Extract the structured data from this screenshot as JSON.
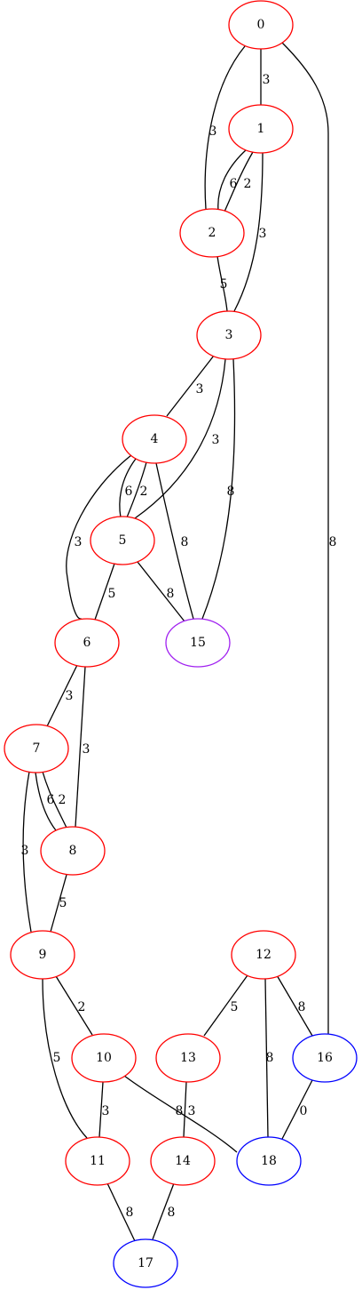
{
  "graph": {
    "nodes": [
      {
        "id": "0",
        "label": "0",
        "color": "#ff0000"
      },
      {
        "id": "1",
        "label": "1",
        "color": "#ff0000"
      },
      {
        "id": "2",
        "label": "2",
        "color": "#ff0000"
      },
      {
        "id": "3",
        "label": "3",
        "color": "#ff0000"
      },
      {
        "id": "4",
        "label": "4",
        "color": "#ff0000"
      },
      {
        "id": "5",
        "label": "5",
        "color": "#ff0000"
      },
      {
        "id": "6",
        "label": "6",
        "color": "#ff0000"
      },
      {
        "id": "7",
        "label": "7",
        "color": "#ff0000"
      },
      {
        "id": "8",
        "label": "8",
        "color": "#ff0000"
      },
      {
        "id": "9",
        "label": "9",
        "color": "#ff0000"
      },
      {
        "id": "10",
        "label": "10",
        "color": "#ff0000"
      },
      {
        "id": "11",
        "label": "11",
        "color": "#ff0000"
      },
      {
        "id": "12",
        "label": "12",
        "color": "#ff0000"
      },
      {
        "id": "13",
        "label": "13",
        "color": "#ff0000"
      },
      {
        "id": "14",
        "label": "14",
        "color": "#ff0000"
      },
      {
        "id": "15",
        "label": "15",
        "color": "#a020f0"
      },
      {
        "id": "16",
        "label": "16",
        "color": "#0000ff"
      },
      {
        "id": "17",
        "label": "17",
        "color": "#0000ff"
      },
      {
        "id": "18",
        "label": "18",
        "color": "#0000ff"
      }
    ],
    "edges": [
      {
        "id": "e0",
        "from": "0",
        "to": "1",
        "label": "3"
      },
      {
        "id": "e1",
        "from": "0",
        "to": "2",
        "label": "3"
      },
      {
        "id": "e2",
        "from": "0",
        "to": "16",
        "label": "8"
      },
      {
        "id": "e3",
        "from": "1",
        "to": "2",
        "label": "6"
      },
      {
        "id": "e4",
        "from": "1",
        "to": "2",
        "label": "2"
      },
      {
        "id": "e5",
        "from": "1",
        "to": "3",
        "label": "3"
      },
      {
        "id": "e6",
        "from": "2",
        "to": "3",
        "label": "5"
      },
      {
        "id": "e7",
        "from": "3",
        "to": "4",
        "label": "3"
      },
      {
        "id": "e8",
        "from": "3",
        "to": "5",
        "label": "3"
      },
      {
        "id": "e9",
        "from": "3",
        "to": "15",
        "label": "8"
      },
      {
        "id": "e10",
        "from": "4",
        "to": "5",
        "label": "6"
      },
      {
        "id": "e11",
        "from": "4",
        "to": "5",
        "label": "2"
      },
      {
        "id": "e12",
        "from": "4",
        "to": "6",
        "label": "3"
      },
      {
        "id": "e13",
        "from": "4",
        "to": "15",
        "label": "8"
      },
      {
        "id": "e14",
        "from": "5",
        "to": "6",
        "label": "5"
      },
      {
        "id": "e15",
        "from": "5",
        "to": "15",
        "label": "8"
      },
      {
        "id": "e16",
        "from": "6",
        "to": "7",
        "label": "3"
      },
      {
        "id": "e17",
        "from": "6",
        "to": "8",
        "label": "3"
      },
      {
        "id": "e18",
        "from": "7",
        "to": "8",
        "label": "6"
      },
      {
        "id": "e19",
        "from": "7",
        "to": "8",
        "label": "2"
      },
      {
        "id": "e20",
        "from": "7",
        "to": "9",
        "label": "3"
      },
      {
        "id": "e21",
        "from": "8",
        "to": "9",
        "label": "5"
      },
      {
        "id": "e22",
        "from": "9",
        "to": "10",
        "label": "2"
      },
      {
        "id": "e23",
        "from": "9",
        "to": "11",
        "label": "5"
      },
      {
        "id": "e24",
        "from": "10",
        "to": "11",
        "label": "3"
      },
      {
        "id": "e25",
        "from": "10",
        "to": "18",
        "label": "8"
      },
      {
        "id": "e26",
        "from": "11",
        "to": "17",
        "label": "8"
      },
      {
        "id": "e27",
        "from": "12",
        "to": "13",
        "label": "5"
      },
      {
        "id": "e28",
        "from": "12",
        "to": "16",
        "label": "8"
      },
      {
        "id": "e29",
        "from": "12",
        "to": "18",
        "label": "8"
      },
      {
        "id": "e30",
        "from": "13",
        "to": "14",
        "label": "3"
      },
      {
        "id": "e31",
        "from": "14",
        "to": "17",
        "label": "8"
      },
      {
        "id": "e32",
        "from": "16",
        "to": "18",
        "label": "0"
      }
    ]
  }
}
